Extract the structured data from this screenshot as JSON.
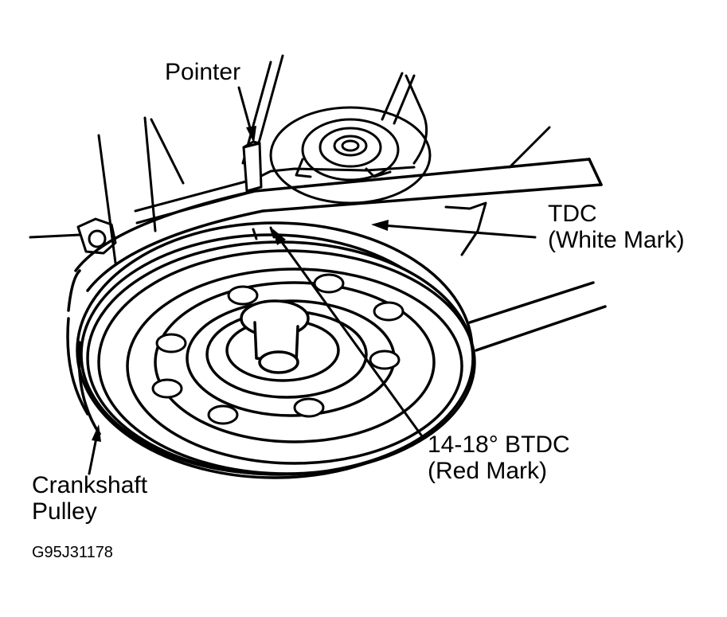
{
  "labels": {
    "pointer": "Pointer",
    "tdc_line1": "TDC",
    "tdc_line2": "(White Mark)",
    "btdc_line1": "14-18° BTDC",
    "btdc_line2": "(Red Mark)",
    "pulley_line1": "Crankshaft",
    "pulley_line2": "Pulley"
  },
  "figure_code": "G95J31178",
  "colors": {
    "ink": "#000000",
    "paper": "#ffffff"
  }
}
